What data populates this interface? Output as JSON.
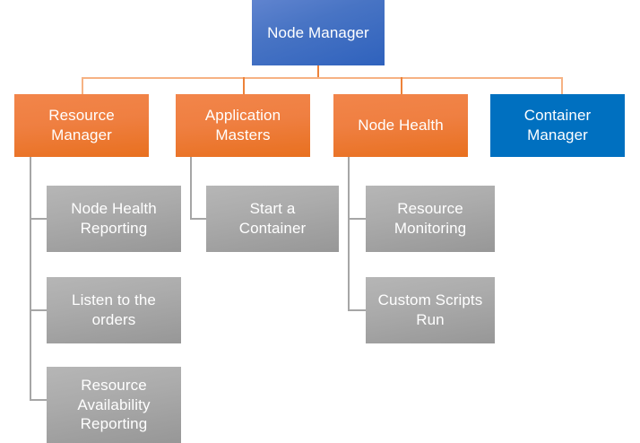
{
  "diagram": {
    "type": "hierarchy-tree",
    "title": "Node Manager",
    "colors": {
      "root_blue": "#3a68c0",
      "accent_orange": "#ef7f41",
      "flat_blue": "#0070c0",
      "gray": "#a6a6a6",
      "connector_orange": "#ed8239",
      "connector_gray": "#a6a6a6",
      "text_white": "#ffffff",
      "background": "#ffffff"
    },
    "nodes": {
      "root": {
        "label": "Node Manager",
        "style": "blue-gradient"
      },
      "level1": [
        {
          "label": "Resource\nManager",
          "style": "orange"
        },
        {
          "label": "Application\nMasters",
          "style": "orange"
        },
        {
          "label": "Node Health",
          "style": "orange"
        },
        {
          "label": "Container\nManager",
          "style": "blue-flat"
        }
      ],
      "resource_manager_children": [
        {
          "label": "Node Health\nReporting",
          "style": "gray"
        },
        {
          "label": "Listen to the\norders",
          "style": "gray"
        },
        {
          "label": "Resource\nAvailability\nReporting",
          "style": "gray"
        }
      ],
      "application_masters_children": [
        {
          "label": "Start a\nContainer",
          "style": "gray"
        }
      ],
      "node_health_children": [
        {
          "label": "Resource\nMonitoring",
          "style": "gray"
        },
        {
          "label": "Custom Scripts\nRun",
          "style": "gray"
        }
      ],
      "container_manager_children": []
    }
  }
}
